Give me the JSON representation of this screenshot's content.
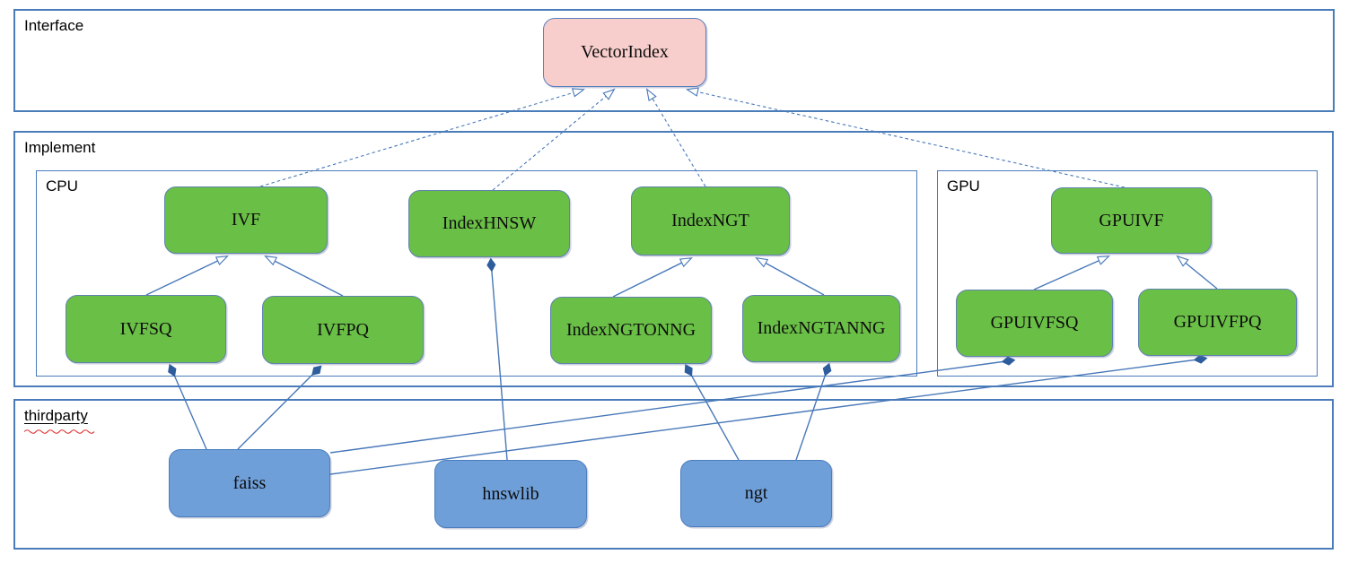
{
  "sections": {
    "interface": {
      "label": "Interface"
    },
    "implement": {
      "label": "Implement"
    },
    "cpu": {
      "label": "CPU"
    },
    "gpu": {
      "label": "GPU"
    },
    "thirdparty": {
      "label": "thirdparty",
      "spellcheck_underline": true
    }
  },
  "nodes": {
    "vectorindex": {
      "label": "VectorIndex",
      "kind": "interface"
    },
    "ivf": {
      "label": "IVF",
      "kind": "cpu-implementation"
    },
    "indexhnsw": {
      "label": "IndexHNSW",
      "kind": "cpu-implementation"
    },
    "indexngt": {
      "label": "IndexNGT",
      "kind": "cpu-implementation"
    },
    "ivfsq": {
      "label": "IVFSQ",
      "kind": "cpu-implementation"
    },
    "ivfpq": {
      "label": "IVFPQ",
      "kind": "cpu-implementation"
    },
    "indexngtonng": {
      "label": "IndexNGTONNG",
      "kind": "cpu-implementation"
    },
    "indexngtanng": {
      "label": "IndexNGTANNG",
      "kind": "cpu-implementation"
    },
    "gpuivf": {
      "label": "GPUIVF",
      "kind": "gpu-implementation"
    },
    "gpuivfsq": {
      "label": "GPUIVFSQ",
      "kind": "gpu-implementation"
    },
    "gpuivfpq": {
      "label": "GPUIVFPQ",
      "kind": "gpu-implementation"
    },
    "faiss": {
      "label": "faiss",
      "kind": "thirdparty-library"
    },
    "hnswlib": {
      "label": "hnswlib",
      "kind": "thirdparty-library"
    },
    "ngt": {
      "label": "ngt",
      "kind": "thirdparty-library"
    }
  },
  "edges": [
    {
      "from": "IVF",
      "to": "VectorIndex",
      "type": "realization-dashed-hollow-arrow"
    },
    {
      "from": "IndexHNSW",
      "to": "VectorIndex",
      "type": "realization-dashed-hollow-arrow"
    },
    {
      "from": "IndexNGT",
      "to": "VectorIndex",
      "type": "realization-dashed-hollow-arrow"
    },
    {
      "from": "GPUIVF",
      "to": "VectorIndex",
      "type": "realization-dashed-hollow-arrow"
    },
    {
      "from": "IVFSQ",
      "to": "IVF",
      "type": "inheritance-hollow-arrow"
    },
    {
      "from": "IVFPQ",
      "to": "IVF",
      "type": "inheritance-hollow-arrow"
    },
    {
      "from": "IndexNGTONNG",
      "to": "IndexNGT",
      "type": "inheritance-hollow-arrow"
    },
    {
      "from": "IndexNGTANNG",
      "to": "IndexNGT",
      "type": "inheritance-hollow-arrow"
    },
    {
      "from": "GPUIVFSQ",
      "to": "GPUIVF",
      "type": "inheritance-hollow-arrow"
    },
    {
      "from": "GPUIVFPQ",
      "to": "GPUIVF",
      "type": "inheritance-hollow-arrow"
    },
    {
      "from": "faiss",
      "to": "IVFSQ",
      "type": "composition-filled-diamond"
    },
    {
      "from": "faiss",
      "to": "IVFPQ",
      "type": "composition-filled-diamond"
    },
    {
      "from": "faiss",
      "to": "GPUIVFSQ",
      "type": "composition-filled-diamond"
    },
    {
      "from": "faiss",
      "to": "GPUIVFPQ",
      "type": "composition-filled-diamond"
    },
    {
      "from": "hnswlib",
      "to": "IndexHNSW",
      "type": "composition-filled-diamond"
    },
    {
      "from": "ngt",
      "to": "IndexNGTONNG",
      "type": "composition-filled-diamond"
    },
    {
      "from": "ngt",
      "to": "IndexNGTANNG",
      "type": "composition-filled-diamond"
    }
  ],
  "colors": {
    "node_green": "#6abf46",
    "node_pink": "#f8cecc",
    "node_blue": "#6f9fd8",
    "node_border": "#5f82b0",
    "container_border": "#4a7cba",
    "line": "#4878b8",
    "diamond_fill": "#2e5d9e",
    "spellcheck_wave": "#e03030",
    "text": "#000000"
  }
}
